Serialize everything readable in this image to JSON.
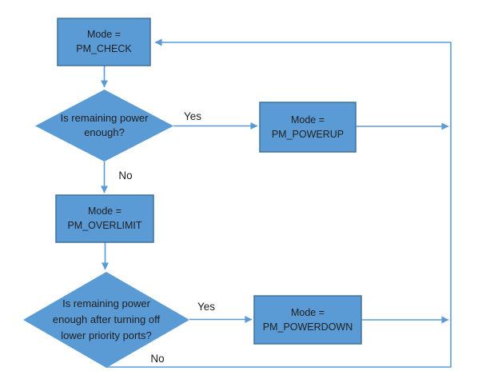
{
  "diagram": {
    "type": "flowchart",
    "background": "#ffffff",
    "colors": {
      "node_fill": "#5b9bd5",
      "node_border": "#41719c",
      "connector": "#5b9bd5",
      "text": "#1f1f1f"
    },
    "nodes": {
      "check": {
        "line1": "Mode =",
        "line2": "PM_CHECK"
      },
      "powerup": {
        "line1": "Mode =",
        "line2": "PM_POWERUP"
      },
      "overlimit": {
        "line1": "Mode =",
        "line2": "PM_OVERLIMIT"
      },
      "powerdown": {
        "line1": "Mode =",
        "line2": "PM_POWERDOWN"
      }
    },
    "decisions": {
      "power_enough": {
        "line1": "Is remaining power",
        "line2": "enough?"
      },
      "power_enough_after_off": {
        "line1": "Is remaining power",
        "line2": "enough after turning off",
        "line3": "lower priority ports?"
      }
    },
    "labels": {
      "yes_top": "Yes",
      "no_top": "No",
      "yes_bottom": "Yes",
      "no_bottom": "No"
    }
  }
}
